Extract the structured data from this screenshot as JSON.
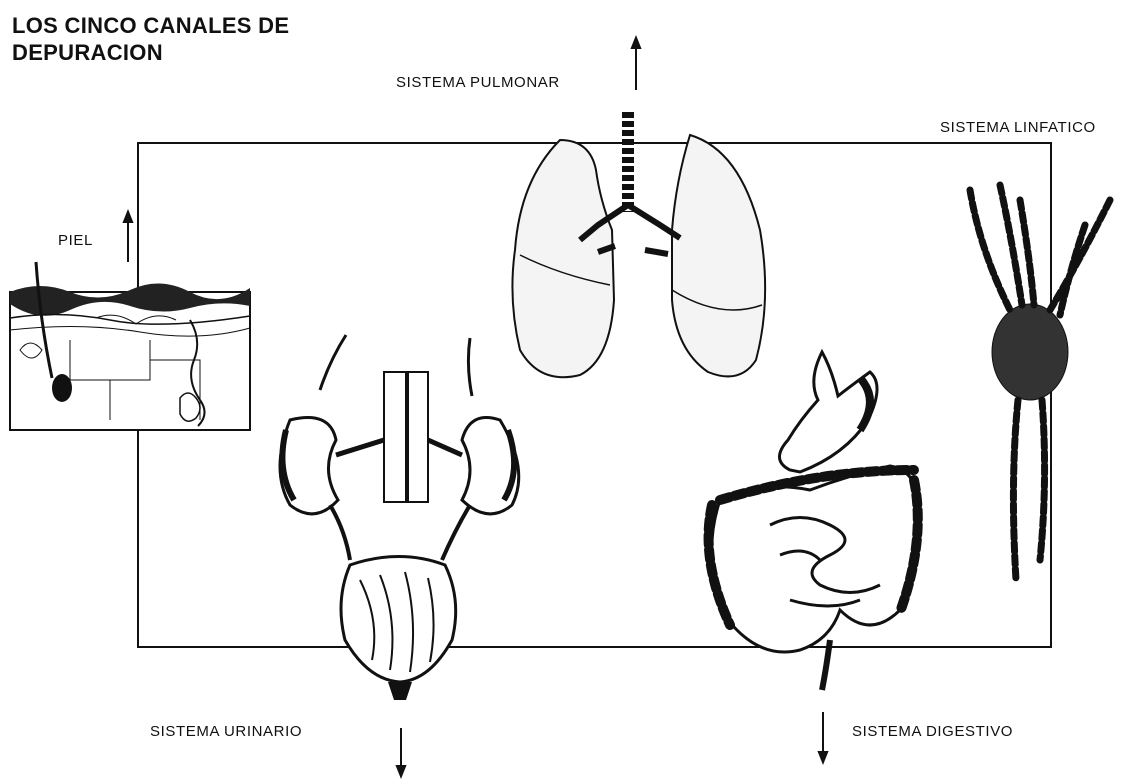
{
  "title": {
    "line1": "LOS CINCO CANALES DE",
    "line2": "DEPURACION"
  },
  "labels": {
    "pulmonar": "SISTEMA PULMONAR",
    "linfatico": "SISTEMA LINFATICO",
    "piel": "PIEL",
    "urinario": "SISTEMA URINARIO",
    "digestivo": "SISTEMA DIGESTIVO"
  },
  "colors": {
    "ink": "#111111",
    "background": "#ffffff",
    "lung_fill": "#f4f4f4"
  }
}
